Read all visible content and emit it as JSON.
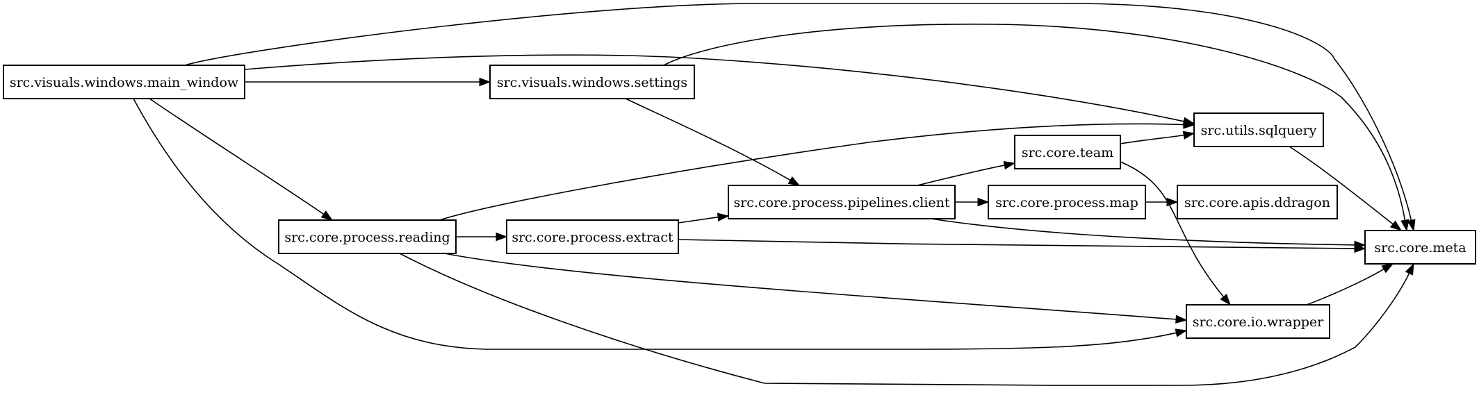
{
  "graph": {
    "nodes": [
      {
        "id": "main_window",
        "label": "src.visuals.windows.main_window"
      },
      {
        "id": "settings",
        "label": "src.visuals.windows.settings"
      },
      {
        "id": "sqlquery",
        "label": "src.utils.sqlquery"
      },
      {
        "id": "team",
        "label": "src.core.team"
      },
      {
        "id": "pipelines_client",
        "label": "src.core.process.pipelines.client"
      },
      {
        "id": "process_map",
        "label": "src.core.process.map"
      },
      {
        "id": "ddragon",
        "label": "src.core.apis.ddragon"
      },
      {
        "id": "reading",
        "label": "src.core.process.reading"
      },
      {
        "id": "extract",
        "label": "src.core.process.extract"
      },
      {
        "id": "meta",
        "label": "src.core.meta"
      },
      {
        "id": "io_wrapper",
        "label": "src.core.io.wrapper"
      }
    ],
    "edges": [
      {
        "from": "main_window",
        "to": "meta"
      },
      {
        "from": "main_window",
        "to": "sqlquery"
      },
      {
        "from": "main_window",
        "to": "settings"
      },
      {
        "from": "main_window",
        "to": "reading"
      },
      {
        "from": "main_window",
        "to": "io_wrapper"
      },
      {
        "from": "settings",
        "to": "meta"
      },
      {
        "from": "settings",
        "to": "pipelines_client"
      },
      {
        "from": "reading",
        "to": "sqlquery"
      },
      {
        "from": "reading",
        "to": "extract"
      },
      {
        "from": "reading",
        "to": "io_wrapper"
      },
      {
        "from": "reading",
        "to": "meta"
      },
      {
        "from": "extract",
        "to": "pipelines_client"
      },
      {
        "from": "extract",
        "to": "meta"
      },
      {
        "from": "pipelines_client",
        "to": "team"
      },
      {
        "from": "pipelines_client",
        "to": "process_map"
      },
      {
        "from": "pipelines_client",
        "to": "meta"
      },
      {
        "from": "team",
        "to": "sqlquery"
      },
      {
        "from": "team",
        "to": "io_wrapper"
      },
      {
        "from": "process_map",
        "to": "ddragon"
      },
      {
        "from": "sqlquery",
        "to": "meta"
      },
      {
        "from": "io_wrapper",
        "to": "meta"
      }
    ]
  }
}
